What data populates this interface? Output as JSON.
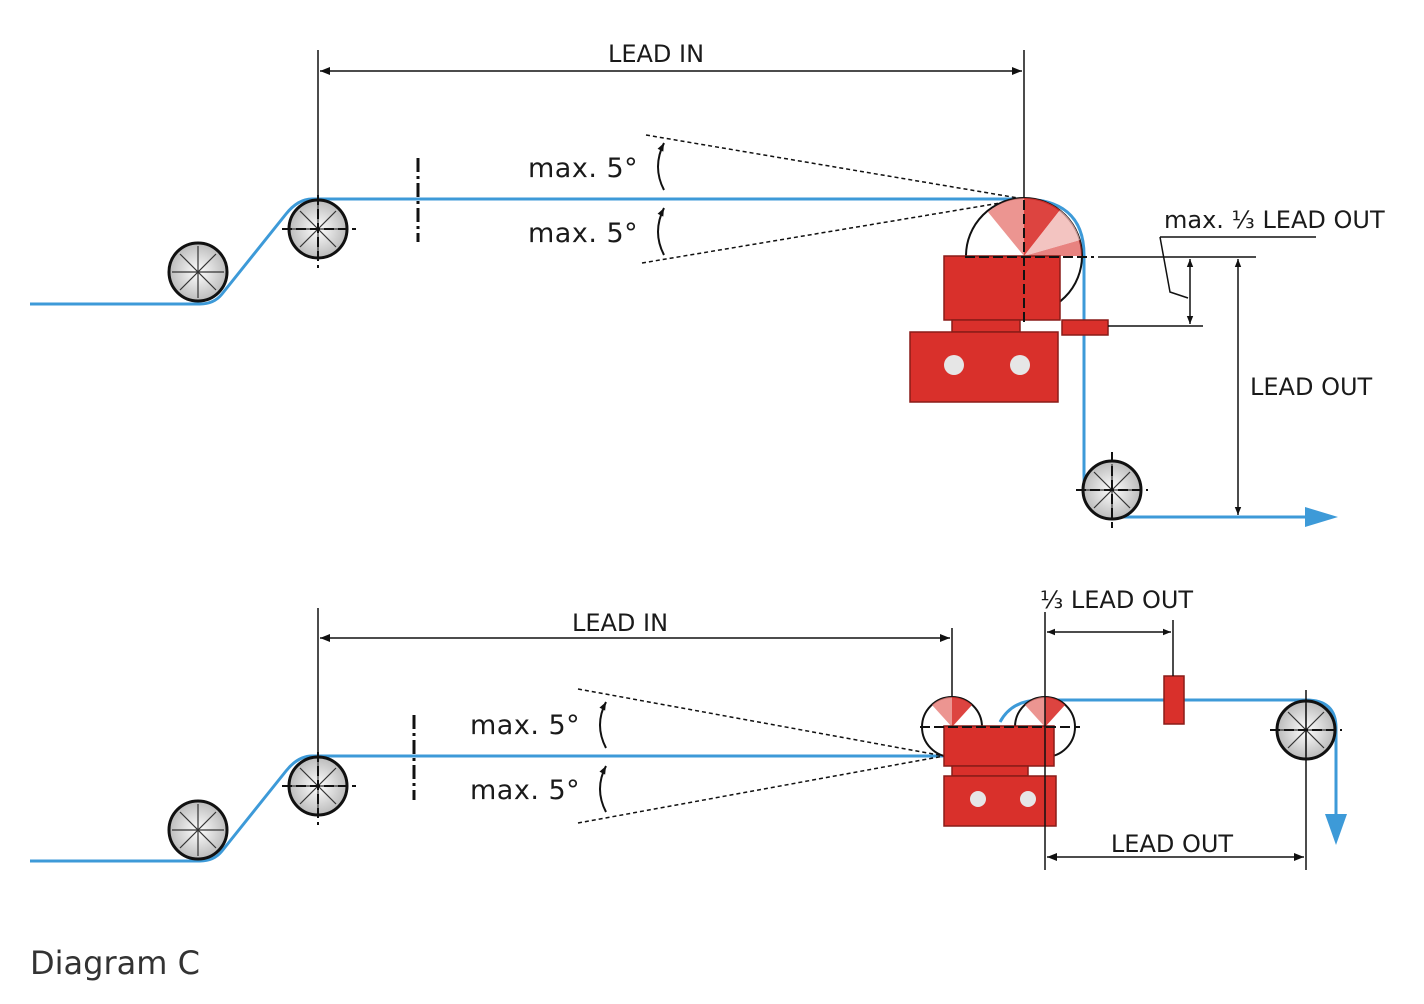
{
  "colors": {
    "web": "#3d9ad8",
    "sensor": "#d9302b",
    "dimension": "#111111",
    "caption": "#333333"
  },
  "top_diagram": {
    "lead_in": "LEAD IN",
    "angle_upper": "max. 5°",
    "angle_lower": "max. 5°",
    "max_third_lead_out": "max. ⅓ LEAD OUT",
    "lead_out": "LEAD OUT"
  },
  "bottom_diagram": {
    "lead_in": "LEAD IN",
    "angle_upper": "max. 5°",
    "angle_lower": "max. 5°",
    "third_lead_out": "⅓ LEAD OUT",
    "lead_out": "LEAD OUT"
  },
  "caption": "Diagram C"
}
